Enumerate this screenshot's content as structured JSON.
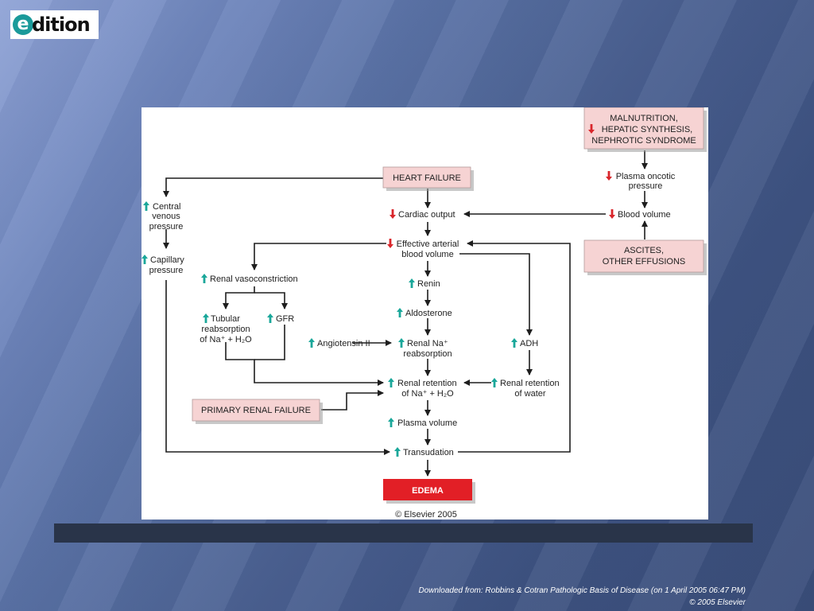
{
  "logo": {
    "letter": "e",
    "rest": "dition"
  },
  "diagram": {
    "boxes": {
      "malnutrition": [
        "MALNUTRITION,",
        "HEPATIC SYNTHESIS,",
        "NEPHROTIC SYNDROME"
      ],
      "heart_failure": "HEART FAILURE",
      "ascites": [
        "ASCITES,",
        "OTHER EFFUSIONS"
      ],
      "primary_renal": "PRIMARY RENAL FAILURE",
      "edema": "EDEMA"
    },
    "nodes": {
      "plasma_oncotic": [
        "Plasma oncotic",
        "pressure"
      ],
      "blood_volume": "Blood volume",
      "cardiac_output": "Cardiac output",
      "effective_arterial": [
        "Effective arterial",
        "blood volume"
      ],
      "central_venous": [
        "Central",
        "venous",
        "pressure"
      ],
      "capillary": [
        "Capillary",
        "pressure"
      ],
      "renal_vaso": "Renal vasoconstriction",
      "tubular": [
        "Tubular",
        "reabsorption",
        "of Na⁺ + H₂O"
      ],
      "gfr": "GFR",
      "renin": "Renin",
      "aldosterone": "Aldosterone",
      "angiotensin": "Angiotensin II",
      "renal_na": [
        "Renal Na⁺",
        "reabsorption"
      ],
      "adh": "ADH",
      "renal_retention_na": [
        "Renal retention",
        "of Na⁺ + H₂O"
      ],
      "renal_retention_water": [
        "Renal retention",
        "of water"
      ],
      "plasma_volume": "Plasma volume",
      "transudation": "Transudation"
    },
    "copyright": "© Elsevier 2005",
    "colors": {
      "up_arrow": "#1aa79a",
      "down_arrow": "#d9262b",
      "box_fill": "#f6d3d3",
      "edema_fill": "#e21f26"
    }
  },
  "footer": {
    "line1": "Downloaded from: Robbins & Cotran Pathologic Basis of Disease (on 1 April 2005 06:47 PM)",
    "line2": "© 2005 Elsevier"
  }
}
